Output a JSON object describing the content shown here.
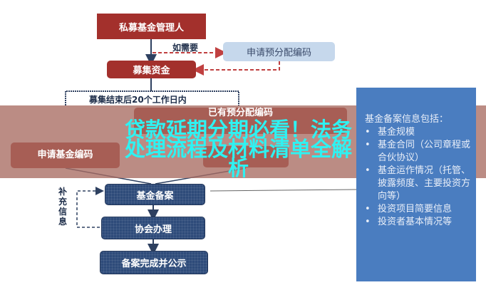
{
  "flow": {
    "manager": "私募基金管理人",
    "if_needed": "如需要",
    "apply_precode": "申请预分配编码",
    "raise_funds": "募集资金",
    "within_days": "募集结束后20个工作日内",
    "has_precode": "已有预分配编码",
    "apply_fund_code": "申请基金编码",
    "fund_filing": "基金备案",
    "association": "协会办理",
    "complete": "备案完成并公示",
    "supplement": "补充信息"
  },
  "panel": {
    "heading": "基金备案信息包括：",
    "items": [
      "基金规模",
      "基金合同（公司章程或合伙协议）",
      "基金运作情况（托管、披露频度、主要投资方向等）",
      "投资项目简要信息",
      "投资者基本情况等"
    ]
  },
  "overlay": {
    "title": "贷款延期分期必看！法务处理流程及材料清单全解析"
  },
  "colors": {
    "red": "#a3302c",
    "light_blue": "#c6d8ec",
    "dark_blue": "#2e4b7a",
    "panel": "#4a7dc0",
    "title": "#2ef2f2"
  }
}
